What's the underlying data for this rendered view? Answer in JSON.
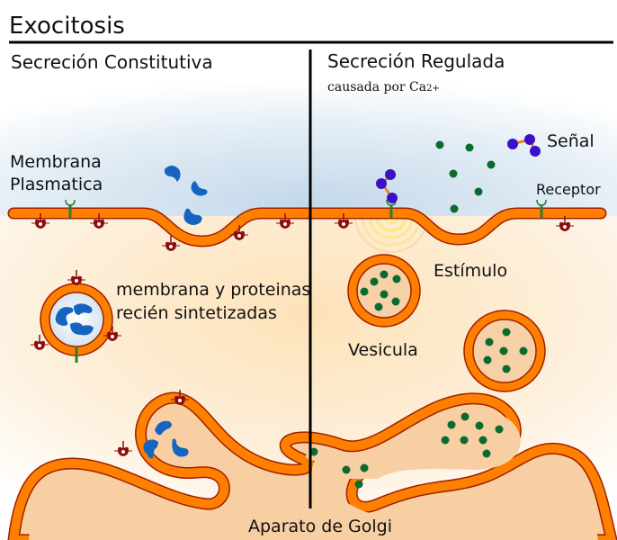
{
  "title": "Exocitosis",
  "left_panel": {
    "heading": "Secreción Constitutiva",
    "membrane_label_line1": "Membrana",
    "membrane_label_line2": "Plasmatica",
    "vesicle_label_line1": "membrana y proteinas",
    "vesicle_label_line2": "recién sintetizadas"
  },
  "right_panel": {
    "heading": "Secreción Regulada",
    "subheading": "causada por Ca",
    "subheading_superscript": "2+",
    "signal_label": "Señal",
    "receptor_label": "Receptor",
    "stimulus_label": "Estímulo",
    "vesicle_label": "Vesicula"
  },
  "bottom_label": "Aparato de Golgi",
  "colors": {
    "membrane": "#ff7f00",
    "membrane_outline": "#a02000",
    "cytoplasm": "#fdebd0",
    "golgi_lumen": "#f7cfa3",
    "extracellular": "#c9dced",
    "constitutive_cargo": "#1565c0",
    "regulated_cargo": "#0b6b2e",
    "protein": "#8b0d0d",
    "receptor": "#2e7d32",
    "signal": "#3b10c8",
    "signal_bond": "#e08a30",
    "stimulus": "#ffe680"
  }
}
